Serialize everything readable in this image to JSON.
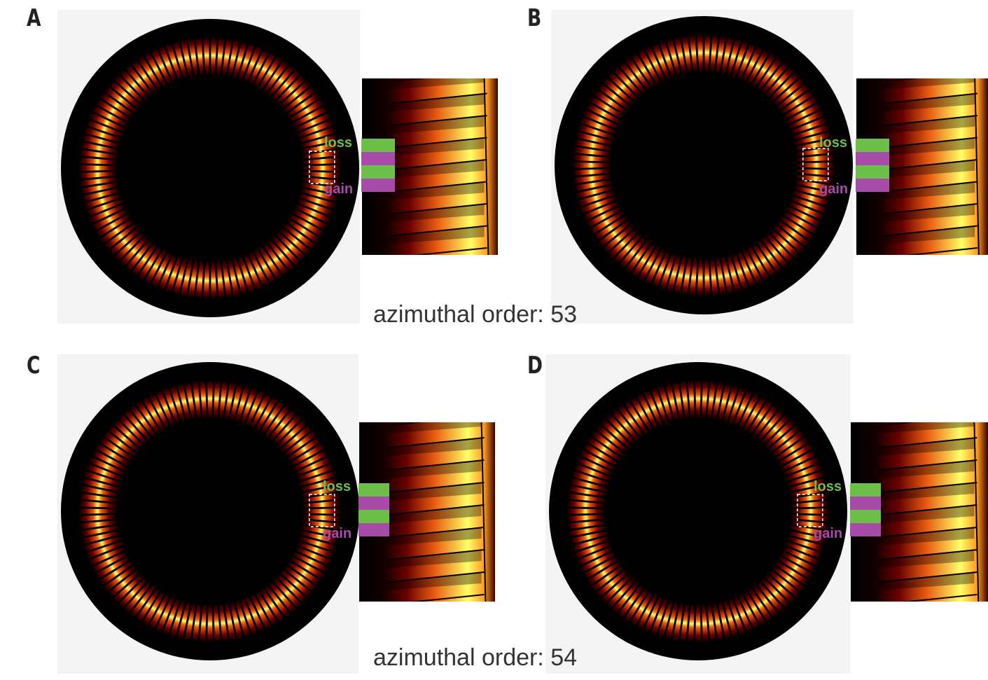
{
  "panels": [
    {
      "id": "A",
      "letter": "A",
      "stripes": 53,
      "loss_label": "loss",
      "gain_label": "gain"
    },
    {
      "id": "B",
      "letter": "B",
      "stripes": 53,
      "loss_label": "loss",
      "gain_label": "gain"
    },
    {
      "id": "C",
      "letter": "C",
      "stripes": 54,
      "loss_label": "loss",
      "gain_label": "gain"
    },
    {
      "id": "D",
      "letter": "D",
      "stripes": 54,
      "loss_label": "loss",
      "gain_label": "gain"
    }
  ],
  "order_labels": {
    "top": "azimuthal order: 53",
    "bottom": "azimuthal order: 54"
  },
  "colors": {
    "loss": "#6cc04a",
    "gain": "#a64ba8",
    "field_background": "#000000",
    "mode_hot": "#ffff66",
    "mode_mid": "#e85a10",
    "mode_dark": "#6a0000"
  }
}
